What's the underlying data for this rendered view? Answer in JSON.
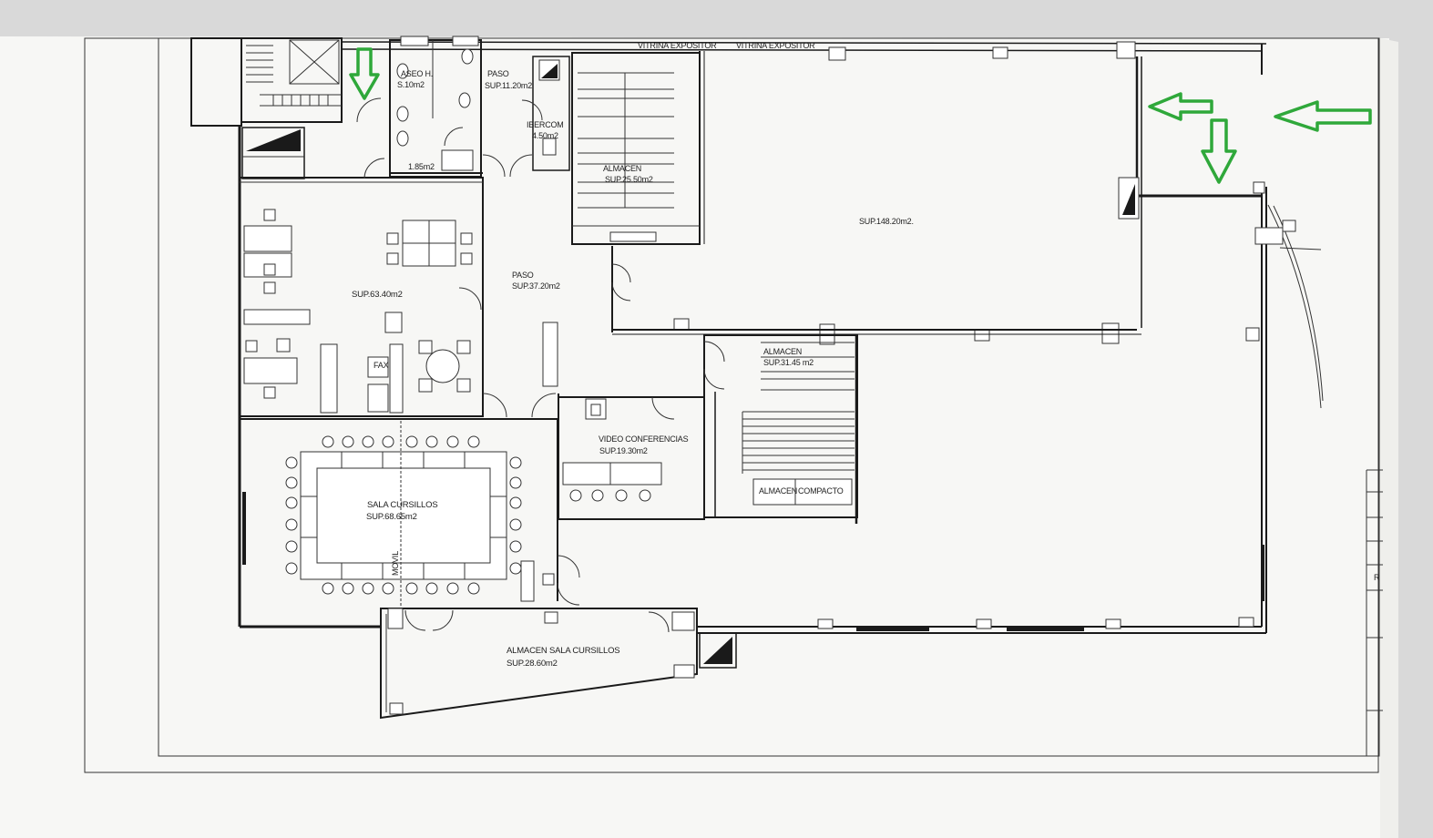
{
  "plan": {
    "rooms": {
      "aseo": {
        "name": "ASEO H.",
        "area": "S.10m2"
      },
      "paso_top": {
        "name": "PASO",
        "area": "SUP.11.20m2"
      },
      "ibercom": {
        "name": "IBERCOM",
        "area": "4.50m2"
      },
      "small_area": {
        "area": "1.85m2"
      },
      "almacen_top": {
        "name": "ALMACEN",
        "area": "SUP.25.50m2"
      },
      "big_hall": {
        "area": "SUP.148.20m2."
      },
      "office": {
        "area": "SUP.63.40m2"
      },
      "paso_mid": {
        "name": "PASO",
        "area": "SUP.37.20m2"
      },
      "almacen_mid": {
        "name": "ALMACEN",
        "area": "SUP.31.45 m2"
      },
      "video": {
        "name": "VIDEO CONFERENCIAS",
        "area": "SUP.19.30m2"
      },
      "compacto": {
        "name_left": "ALMACEN",
        "name_right": "COMPACTO"
      },
      "sala": {
        "name": "SALA CURSILLOS",
        "area": "SUP.68.65m2"
      },
      "almacen_sala": {
        "name": "ALMACEN SALA CURSILLOS",
        "area": "SUP.28.60m2"
      }
    },
    "labels": {
      "fax": "FAX",
      "movil": "MOVIL",
      "vitrina_1": "VITRINA EXPOSITOR",
      "vitrina_2": "VITRINA EXPOSITOR",
      "title_block": "R"
    },
    "arrows": [
      {
        "direction": "down"
      },
      {
        "direction": "left"
      },
      {
        "direction": "down"
      },
      {
        "direction": "left"
      }
    ],
    "colors": {
      "paper": "#f7f7f5",
      "ink": "#1a1a1a",
      "arrow": "#2fa83a",
      "background": "#d9d9d9"
    }
  }
}
